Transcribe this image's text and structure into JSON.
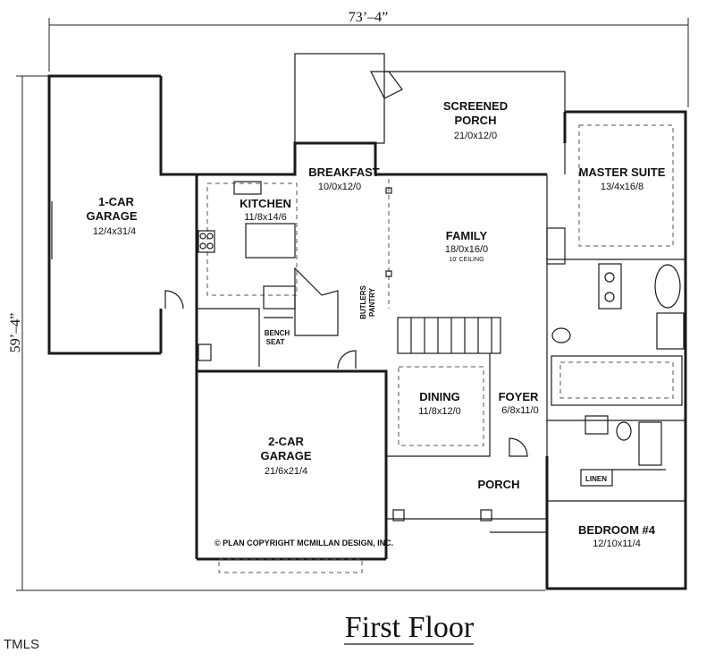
{
  "dimensions": {
    "width_label": "73’–4”",
    "depth_label": "59’–4”"
  },
  "rooms": {
    "garage1": {
      "name_line1": "1-CAR",
      "name_line2": "GARAGE",
      "size": "12/4x31/4"
    },
    "screened_porch": {
      "name_line1": "SCREENED",
      "name_line2": "PORCH",
      "size": "21/0x12/0"
    },
    "breakfast": {
      "name": "BREAKFAST",
      "size": "10/0x12/0"
    },
    "kitchen": {
      "name": "KITCHEN",
      "size": "11/8x14/6"
    },
    "master": {
      "name": "MASTER SUITE",
      "size": "13/4x16/8"
    },
    "family": {
      "name": "FAMILY",
      "size": "18/0x16/0",
      "note": "10' CEILING"
    },
    "butlers": {
      "line1": "BUTLERS",
      "line2": "PANTRY"
    },
    "bench": {
      "line1": "BENCH",
      "line2": "SEAT"
    },
    "dining": {
      "name": "DINING",
      "size": "11/8x12/0"
    },
    "foyer": {
      "name": "FOYER",
      "size": "6/8x11/0"
    },
    "garage2": {
      "name_line1": "2-CAR",
      "name_line2": "GARAGE",
      "size": "21/6x21/4"
    },
    "porch": {
      "name": "PORCH"
    },
    "linen": {
      "name": "LINEN"
    },
    "bedroom4": {
      "name": "BEDROOM #4",
      "size": "12/10x11/4"
    }
  },
  "copyright": "© PLAN COPYRIGHT MCMILLAN DESIGN, INC.",
  "title": "First Floor",
  "logo": "TMLS"
}
